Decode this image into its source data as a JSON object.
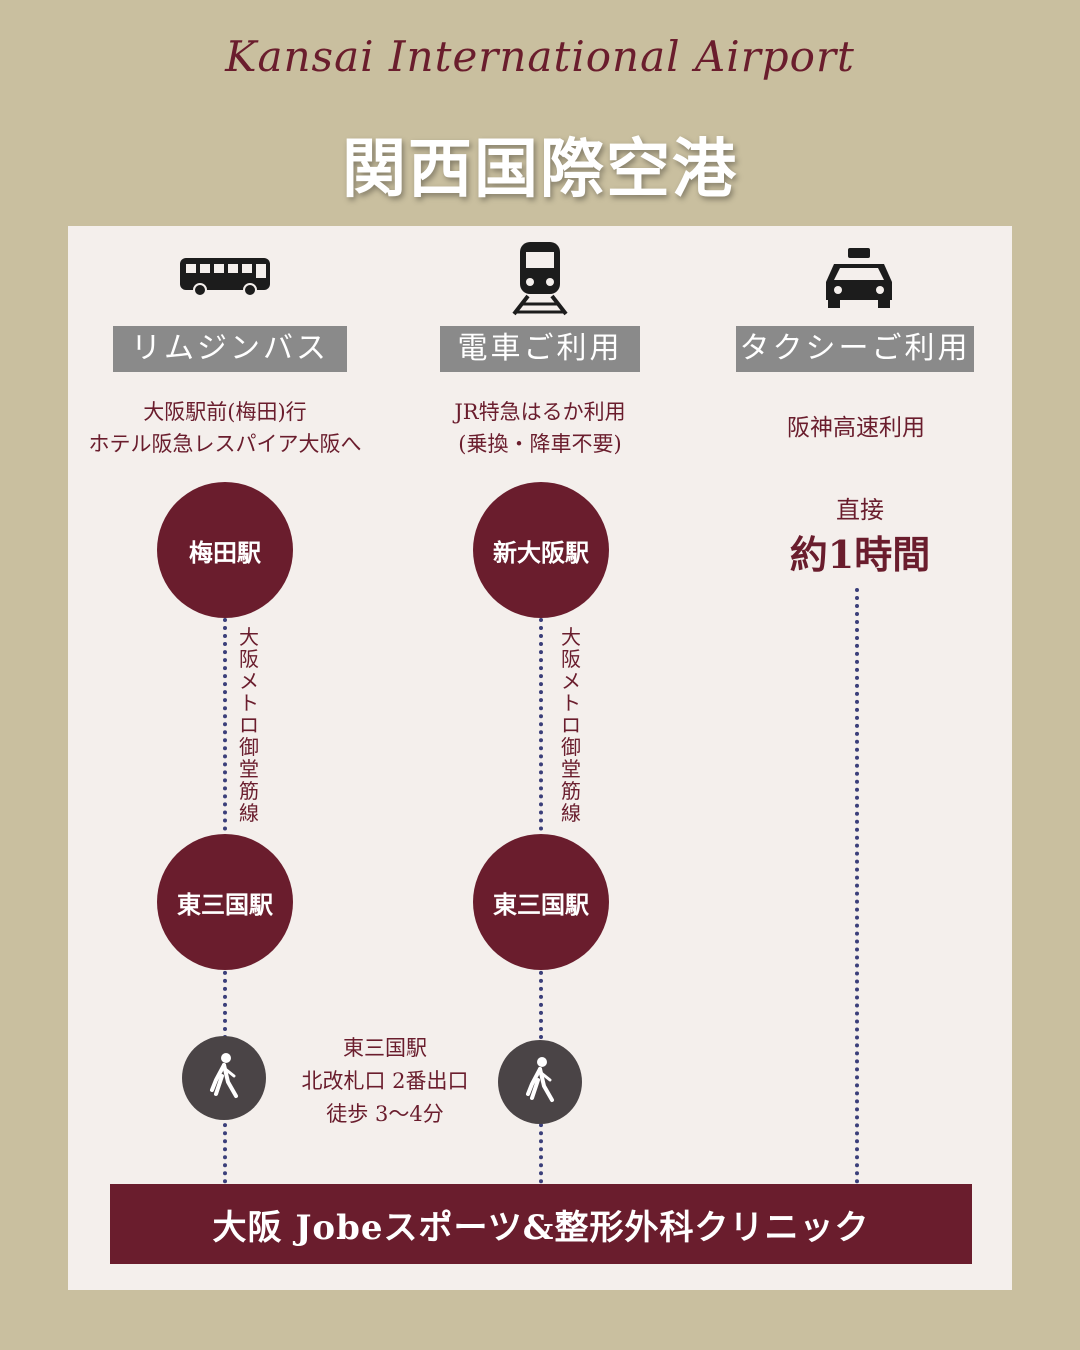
{
  "header": {
    "script_title": "Kansai International Airport",
    "title": "関西国際空港"
  },
  "routes": {
    "bus": {
      "icon": "bus-icon",
      "label": "リムジンバス",
      "desc_line1": "大阪駅前(梅田)行",
      "desc_line2": "ホテル阪急レスパイア大阪へ",
      "station1": "梅田駅",
      "line_name": "大阪メトロ御堂筋線",
      "station2": "東三国駅",
      "walk_icon": "walking-person-icon"
    },
    "train": {
      "icon": "train-icon",
      "label": "電車ご利用",
      "desc_line1": "JR特急はるか利用",
      "desc_line2": "(乗換・降車不要)",
      "station1": "新大阪駅",
      "line_name": "大阪メトロ御堂筋線",
      "station2": "東三国駅",
      "walk_icon": "walking-person-icon"
    },
    "taxi": {
      "icon": "taxi-icon",
      "label": "タクシーご利用",
      "desc": "阪神高速利用",
      "direct": "直接",
      "duration": "約1時間"
    }
  },
  "walk_note": {
    "line1": "東三国駅",
    "line2": "北改札口 2番出口",
    "line3": "徒歩 3〜4分"
  },
  "destination": "大阪 Jobeスポーツ&整形外科クリニック",
  "colors": {
    "background": "#c9bf9f",
    "panel": "#f4efec",
    "accent": "#6a1d2d",
    "label_gray": "#8a8a8a",
    "dotted_line": "#3b3f7a"
  }
}
